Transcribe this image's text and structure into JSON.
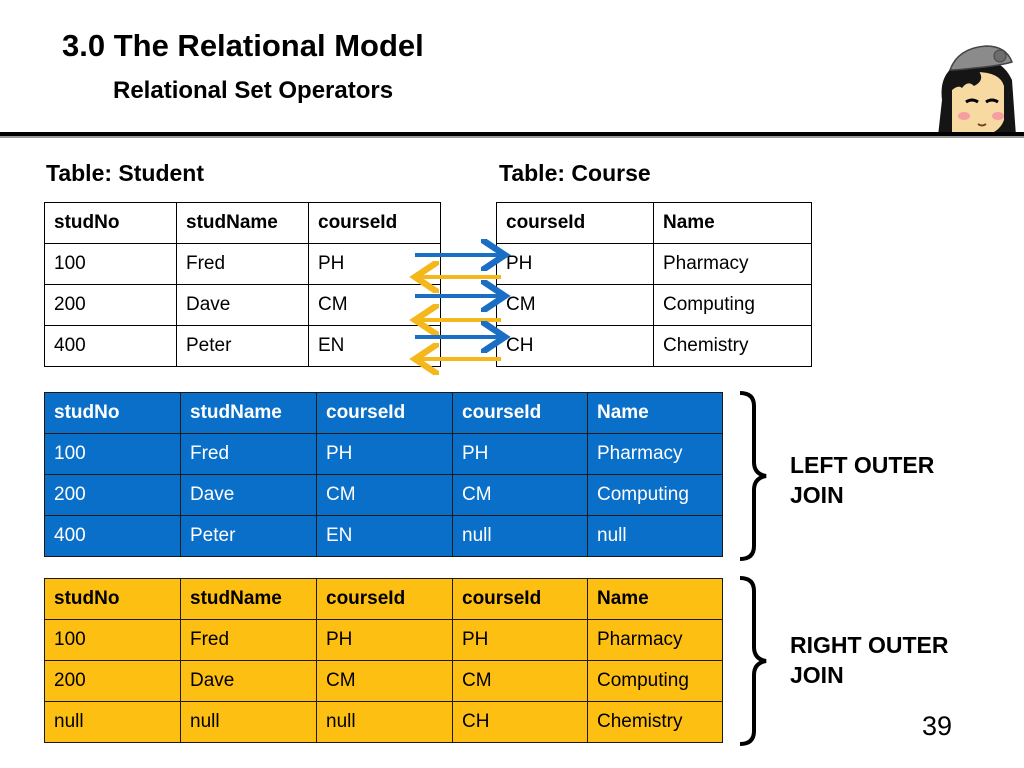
{
  "slide": {
    "title": "3.0 The Relational Model",
    "subtitle": "Relational Set Operators",
    "page_number": "39"
  },
  "student_table": {
    "label": "Table: Student",
    "headers": [
      "studNo",
      "studName",
      "courseId"
    ],
    "rows": [
      [
        "100",
        "Fred",
        "PH"
      ],
      [
        "200",
        "Dave",
        "CM"
      ],
      [
        "400",
        "Peter",
        "EN"
      ]
    ]
  },
  "course_table": {
    "label": "Table: Course",
    "headers": [
      "courseId",
      "Name"
    ],
    "rows": [
      [
        "PH",
        "Pharmacy"
      ],
      [
        "CM",
        "Computing"
      ],
      [
        "CH",
        "Chemistry"
      ]
    ]
  },
  "left_outer_join": {
    "label_line1": "LEFT OUTER",
    "label_line2": "JOIN",
    "color": "#0a6fc8",
    "headers": [
      "studNo",
      "studName",
      "courseId",
      "courseId",
      "Name"
    ],
    "rows": [
      [
        "100",
        "Fred",
        "PH",
        "PH",
        "Pharmacy"
      ],
      [
        "200",
        "Dave",
        "CM",
        "CM",
        "Computing"
      ],
      [
        "400",
        "Peter",
        "EN",
        "null",
        "null"
      ]
    ]
  },
  "right_outer_join": {
    "label_line1": "RIGHT OUTER",
    "label_line2": "JOIN",
    "color": "#fdbf12",
    "headers": [
      "studNo",
      "studName",
      "courseId",
      "courseId",
      "Name"
    ],
    "rows": [
      [
        "100",
        "Fred",
        "PH",
        "PH",
        "Pharmacy"
      ],
      [
        "200",
        "Dave",
        "CM",
        "CM",
        "Computing"
      ],
      [
        "null",
        "null",
        "null",
        "CH",
        "Chemistry"
      ]
    ]
  },
  "arrow_colors": {
    "forward": "#1a6fc4",
    "backward": "#f5b81c"
  },
  "icons": {
    "avatar": "cartoon-girl-with-cap-icon"
  }
}
